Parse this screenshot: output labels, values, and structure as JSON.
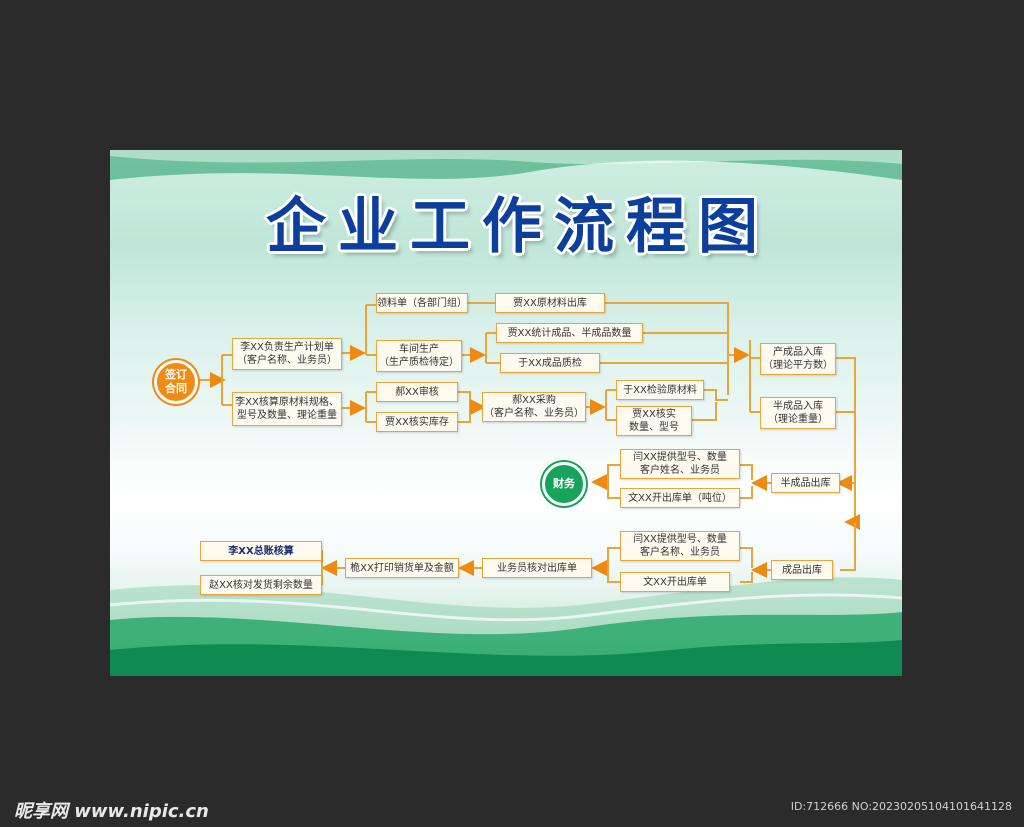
{
  "title": "企业工作流程图",
  "start": {
    "line1": "签订",
    "line2": "合同"
  },
  "finance": {
    "label": "财务"
  },
  "nodes": {
    "plan": {
      "line1": "李XX负责生产计划单",
      "line2": "（客户名称、业务员）"
    },
    "material_calc": {
      "line1": "李XX核算原材料规格、",
      "line2": "型号及数量、理论重量"
    },
    "picking": {
      "label": "领料单（各部门组）"
    },
    "workshop": {
      "line1": "车间生产",
      "line2": "（生产质检待定）"
    },
    "hao_audit": {
      "label": "郝XX审核"
    },
    "jia_stock": {
      "label": "贾XX核实库存"
    },
    "jia_out": {
      "label": "贾XX原材料出库"
    },
    "jia_stat": {
      "label": "贾XX统计成品、半成品数量"
    },
    "yu_qc": {
      "label": "于XX成品质检"
    },
    "hao_purchase": {
      "line1": "郝XX采购",
      "line2": "（客户名称、业务员）"
    },
    "yu_check": {
      "label": "于XX检验原材料"
    },
    "jia_verify": {
      "line1": "贾XX核实",
      "line2": "数量、型号"
    },
    "fin_in": {
      "line1": "产成品入库",
      "line2": "（理论平方数）"
    },
    "semi_in": {
      "line1": "半成品入库",
      "line2": "（理论重量）"
    },
    "semi_out": {
      "label": "半成品出库"
    },
    "fin_out": {
      "label": "成品出库"
    },
    "yan_semi": {
      "line1": "闫XX提供型号、数量",
      "line2": "客户姓名、业务员"
    },
    "wen_semi": {
      "label": "文XX开出库单（吨位）"
    },
    "yan_fin": {
      "line1": "闫XX提供型号、数量",
      "line2": "客户名称、业务员"
    },
    "wen_fin": {
      "label": "文XX开出库单"
    },
    "sales_check": {
      "label": "业务员核对出库单"
    },
    "zhuo_print": {
      "label": "桅XX打印销货单及金额"
    },
    "li_ledger": {
      "label": "李XX总账核算"
    },
    "zhao_check": {
      "label": "赵XX核对发货剩余数量"
    }
  },
  "watermark": {
    "logo": "昵享网 www.nipic.cn",
    "id": "ID:712666 NO:20230205104101641128"
  },
  "colors": {
    "title": "#0c3f9c",
    "connector": "#e9a53a",
    "arrow": "#ee8a12",
    "start": "#ef8a12",
    "finance": "#16a35a"
  }
}
